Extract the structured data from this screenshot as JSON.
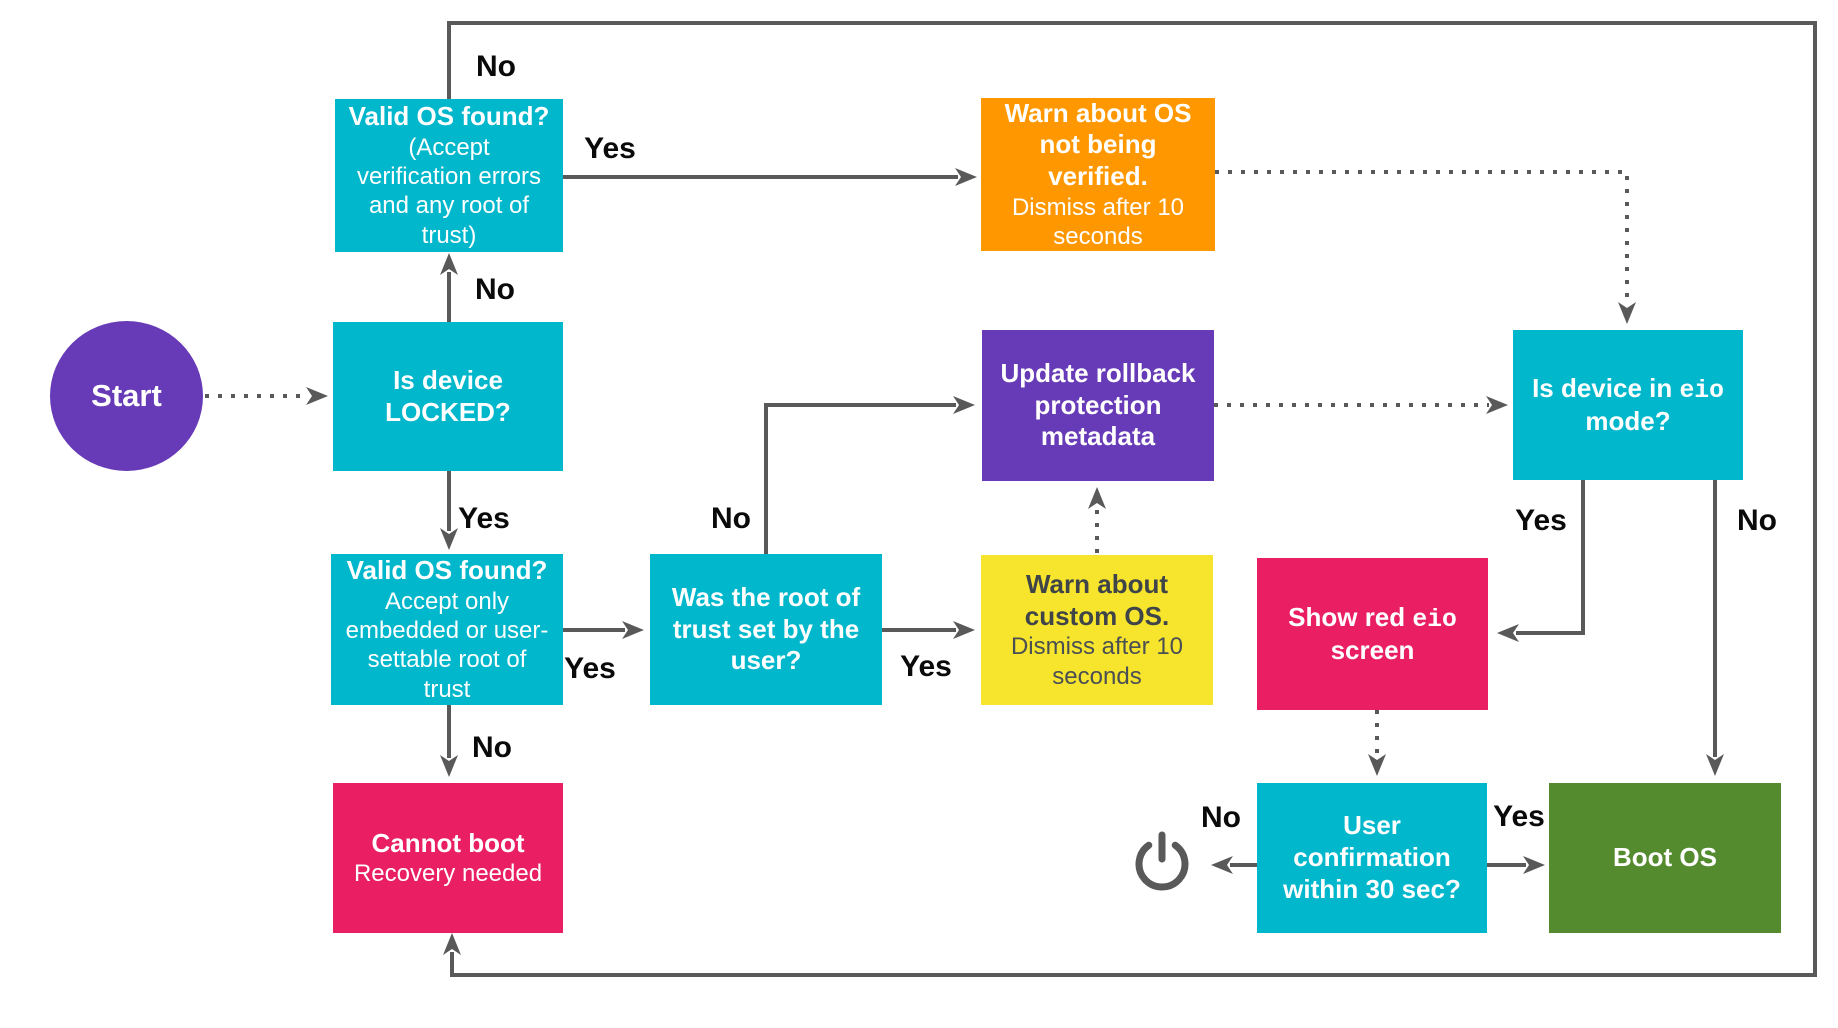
{
  "colors": {
    "cyan": "#00b7cb",
    "purple": "#673ab7",
    "orange": "#ff9800",
    "yellow": "#f6e42d",
    "pink": "#e91e63",
    "green": "#558b2f",
    "line": "#595959"
  },
  "nodes": {
    "start": {
      "label": "Start"
    },
    "is_locked": {
      "title": "Is device LOCKED?"
    },
    "valid_os_any": {
      "title": "Valid OS found?",
      "subtitle": "(Accept verification errors and any root of trust)"
    },
    "warn_unverified": {
      "title": "Warn about OS not being verified.",
      "subtitle": "Dismiss after 10 seconds"
    },
    "update_rollback": {
      "title": "Update rollback protection metadata"
    },
    "eio_mode": {
      "title_before": "Is device in ",
      "title_mono": "eio",
      "title_after": " mode?"
    },
    "valid_os_strict": {
      "title": "Valid OS found?",
      "subtitle": "Accept only embedded or user-settable root of trust"
    },
    "root_of_trust": {
      "title": "Was the root of trust set by the user?"
    },
    "warn_custom": {
      "title": "Warn about custom OS.",
      "subtitle": "Dismiss after 10 seconds"
    },
    "show_red_eio": {
      "title_before": "Show red ",
      "title_mono": "eio",
      "title_after": " screen"
    },
    "cannot_boot": {
      "title": "Cannot boot",
      "subtitle": "Recovery needed"
    },
    "user_confirmation": {
      "title": "User confirmation within 30 sec?"
    },
    "boot_os": {
      "title": "Boot OS"
    },
    "power_off": {
      "icon": "power-icon"
    }
  },
  "edge_labels": {
    "valid_any_no": "No",
    "valid_any_yes": "Yes",
    "locked_no": "No",
    "locked_yes": "Yes",
    "valid_strict_yes": "Yes",
    "valid_strict_no": "No",
    "root_no": "No",
    "root_yes": "Yes",
    "eio_yes": "Yes",
    "eio_no": "No",
    "confirm_no": "No",
    "confirm_yes": "Yes"
  }
}
